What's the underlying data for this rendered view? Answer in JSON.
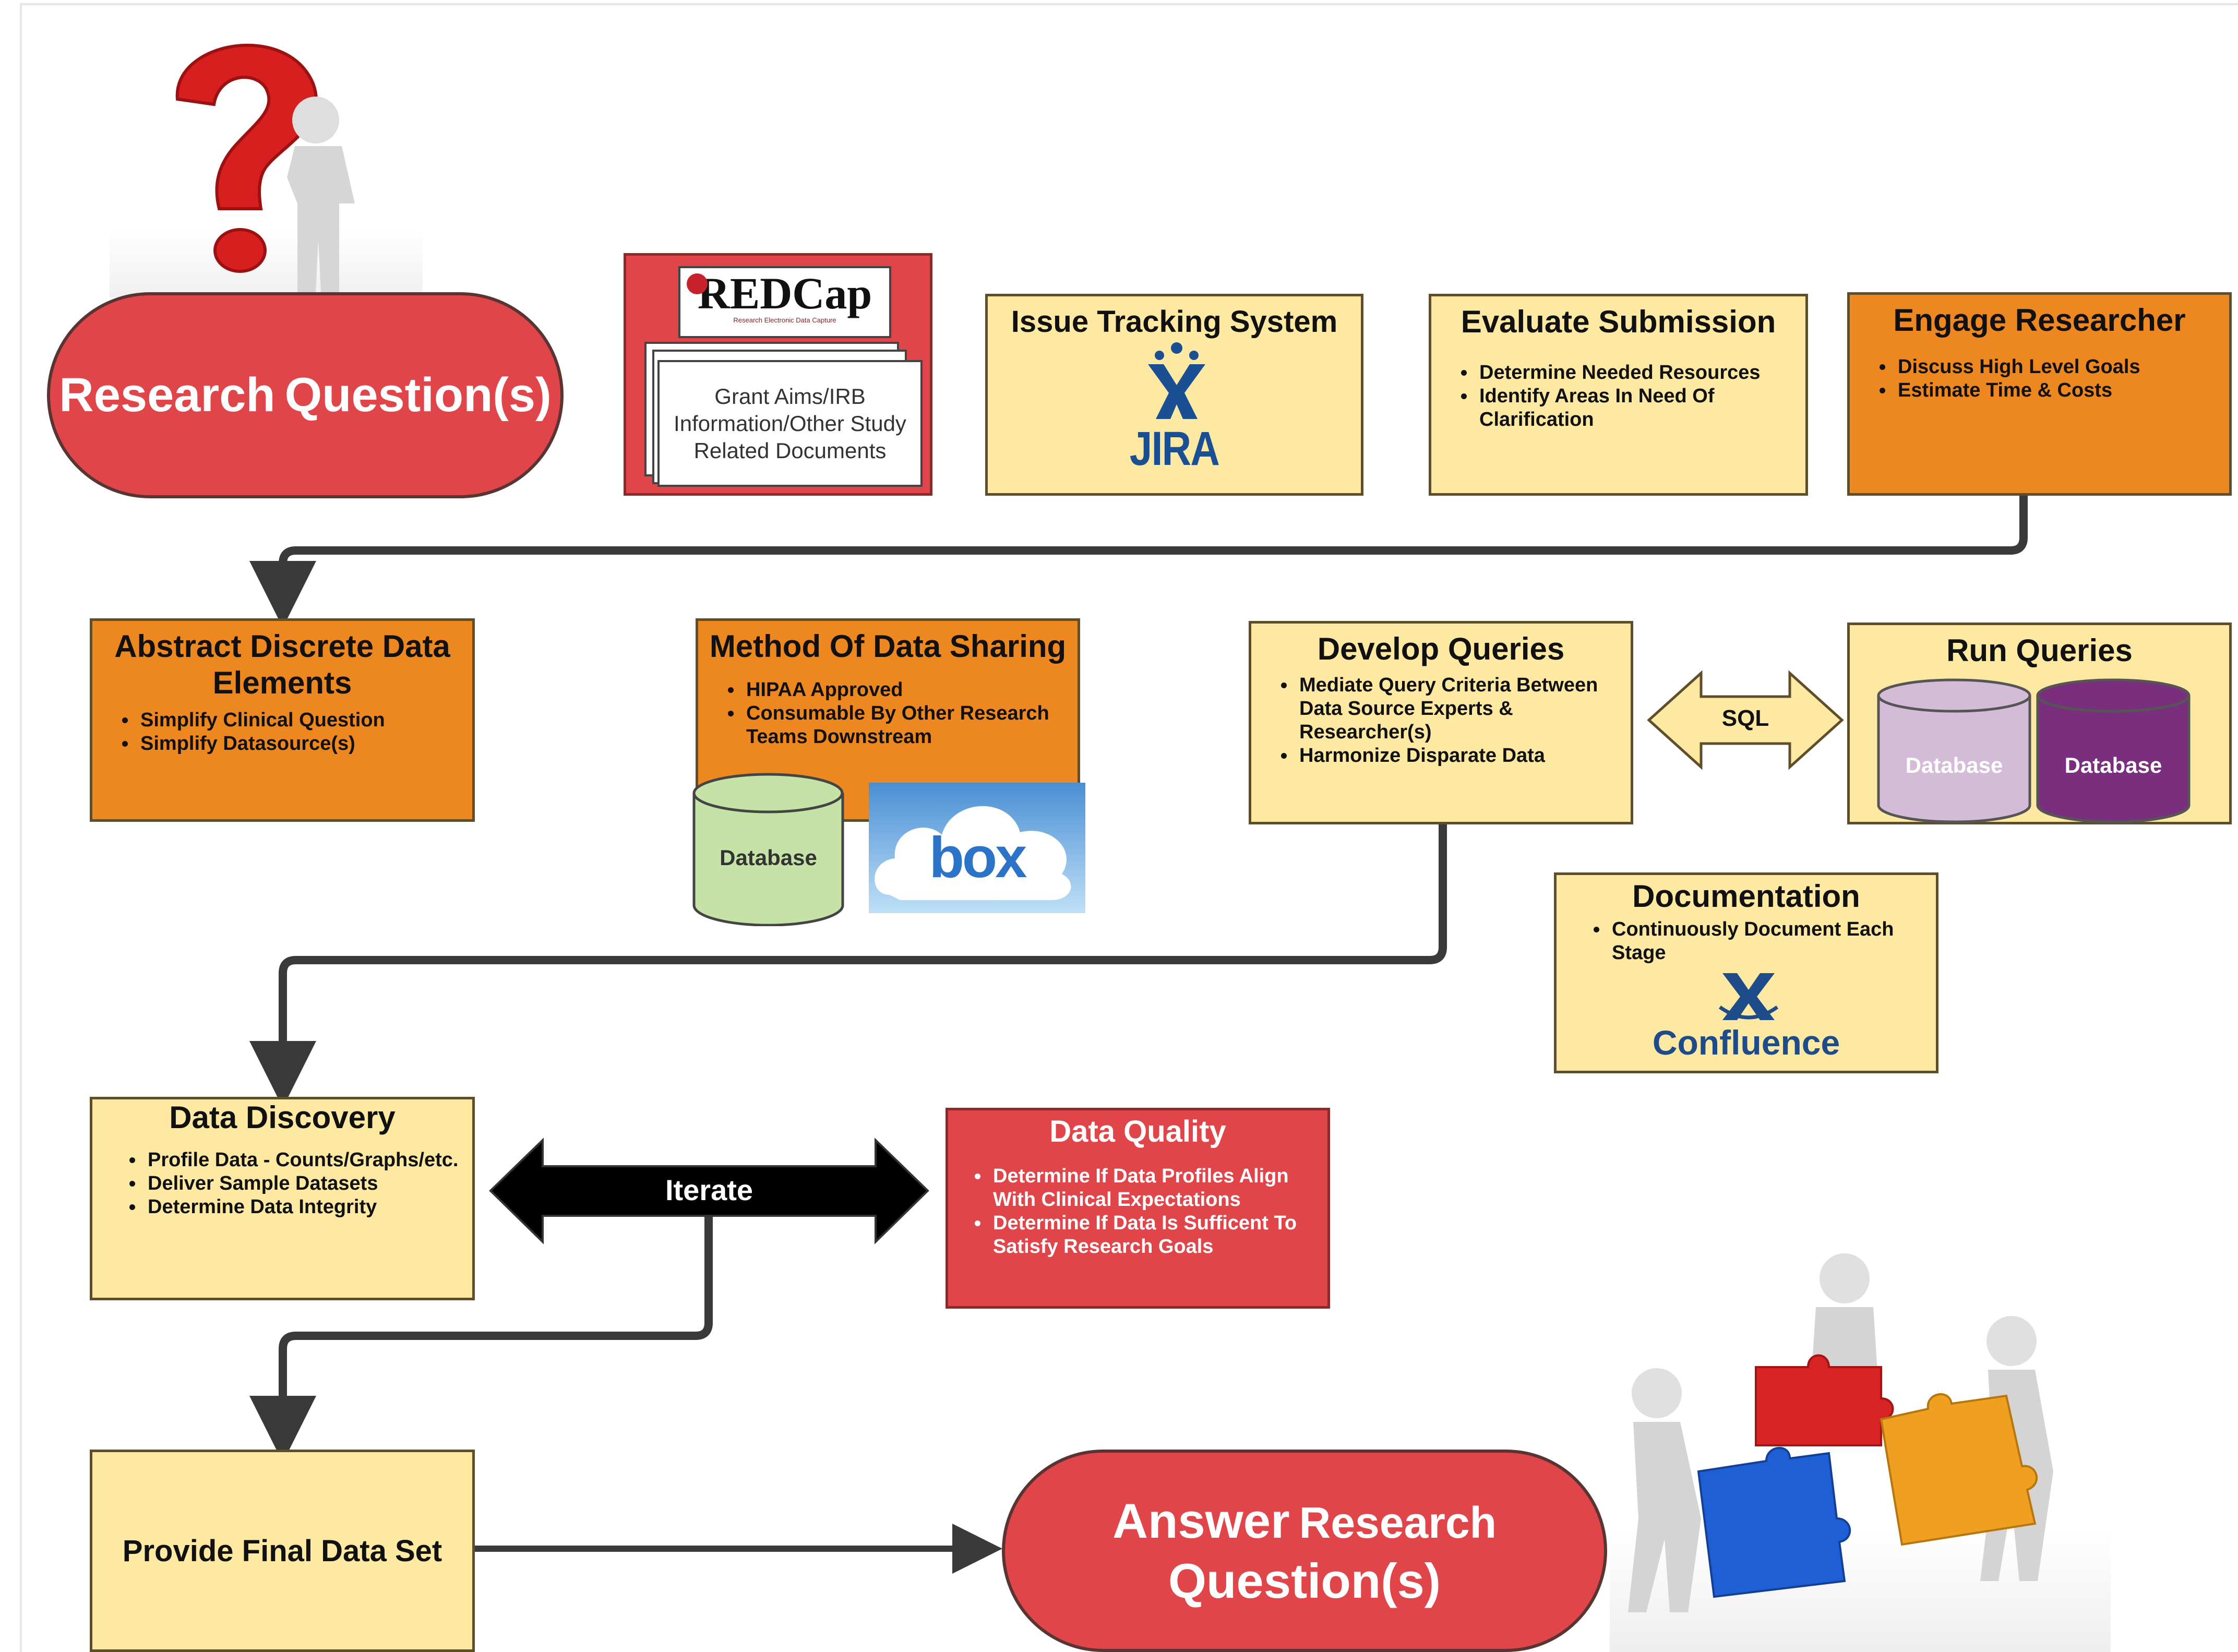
{
  "research": {
    "title_a": "Research",
    "title_b": "Question(s)"
  },
  "redcap": {
    "logo": "REDCap",
    "tagline": "Research Electronic Data Capture",
    "doc_text": "Grant Aims/IRB Information/Other Study Related Documents"
  },
  "issue_tracking": {
    "title": "Issue Tracking System",
    "logo": "JIRA"
  },
  "evaluate": {
    "title": "Evaluate Submission",
    "bullets": [
      "Determine Needed Resources",
      "Identify Areas In Need Of Clarification"
    ]
  },
  "engage": {
    "title": "Engage Researcher",
    "bullets": [
      "Discuss High Level Goals",
      "Estimate Time & Costs"
    ]
  },
  "abstract": {
    "title": "Abstract Discrete Data Elements",
    "bullets": [
      "Simplify Clinical Question",
      "Simplify Datasource(s)"
    ]
  },
  "sharing": {
    "title": "Method Of Data Sharing",
    "bullets": [
      "HIPAA Approved",
      "Consumable By Other Research Teams Downstream"
    ],
    "db_label": "Database",
    "box_logo": "box"
  },
  "develop": {
    "title": "Develop Queries",
    "bullets": [
      "Mediate Query Criteria Between Data Source Experts & Researcher(s)",
      "Harmonize Disparate Data"
    ]
  },
  "sql": {
    "label": "SQL"
  },
  "run": {
    "title": "Run Queries",
    "db1": "Database",
    "db2": "Database"
  },
  "documentation": {
    "title": "Documentation",
    "bullets": [
      "Continuously Document Each Stage"
    ],
    "logo": "Confluence"
  },
  "discovery": {
    "title": "Data Discovery",
    "bullets": [
      "Profile Data - Counts/Graphs/etc.",
      "Deliver Sample Datasets",
      "Determine Data Integrity"
    ]
  },
  "iterate": {
    "label": "Iterate"
  },
  "quality": {
    "title": "Data Quality",
    "bullets": [
      "Determine If Data Profiles Align With Clinical Expectations",
      "Determine If Data Is Sufficent To Satisfy Research Goals"
    ]
  },
  "final": {
    "title": "Provide Final Data Set"
  },
  "answer": {
    "line1_a": "Answer",
    "line1_b": "Research",
    "line2": "Question(s)"
  },
  "colors": {
    "yellow": "#fde9a2",
    "orange": "#ed8720",
    "red": "#e0454a",
    "connector": "#3a3a3a",
    "db_green": "#c5e3a6",
    "db_lilac": "#d4bcd8",
    "db_purple": "#7a2f7e"
  }
}
